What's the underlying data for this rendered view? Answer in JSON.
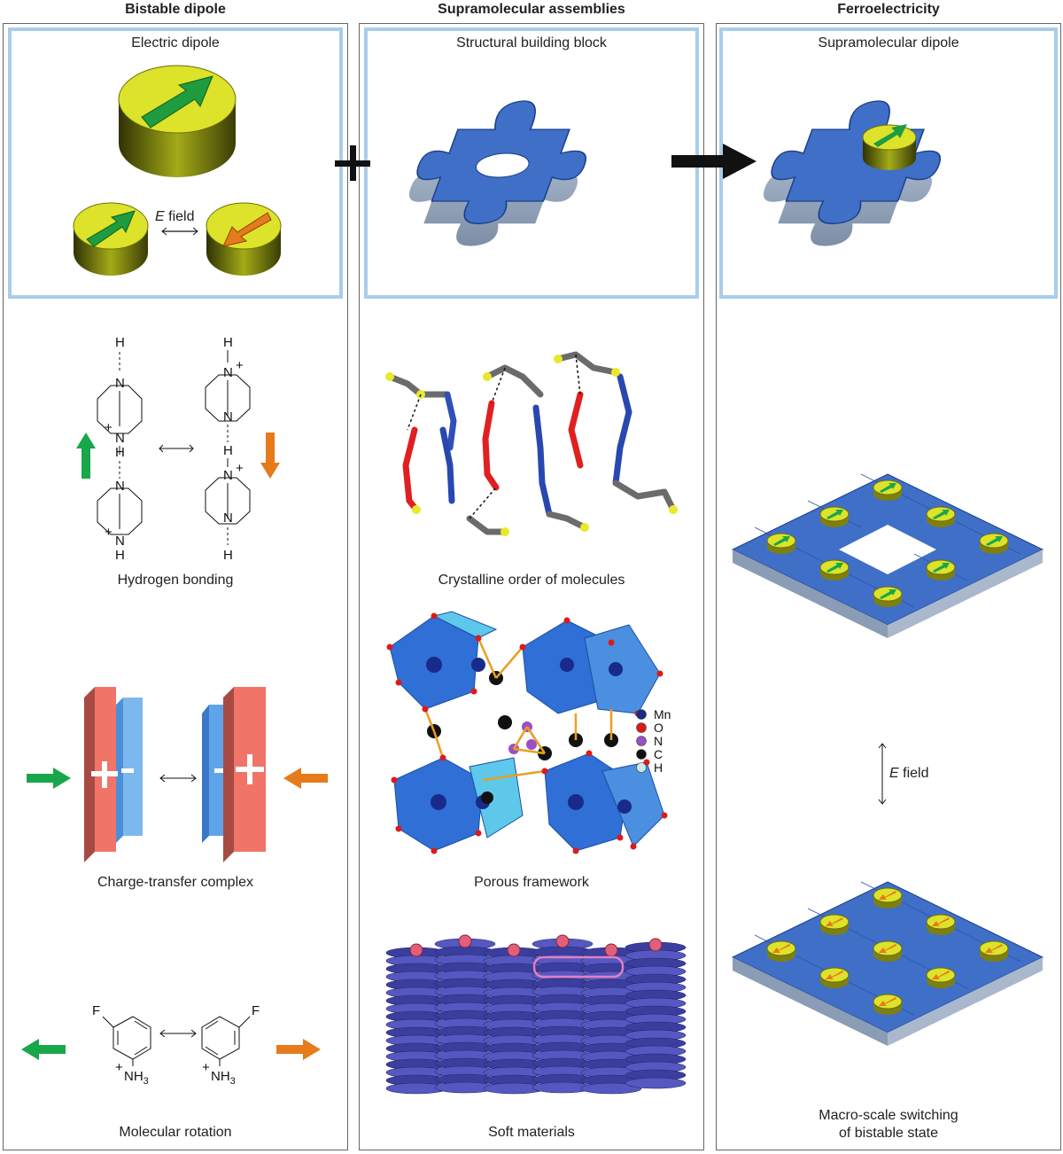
{
  "columns": {
    "left": {
      "title": "Bistable dipole"
    },
    "middle": {
      "title": "Supramolecular assemblies"
    },
    "right": {
      "title": "Ferroelectricity"
    }
  },
  "top_boxes": {
    "left": {
      "label": "Electric dipole",
      "field_italic": "E",
      "field_text": " field"
    },
    "middle": {
      "label": "Structural building block"
    },
    "right": {
      "label": "Supramolecular dipole"
    }
  },
  "left_sections": {
    "hydrogen": {
      "label": "Hydrogen bonding"
    },
    "charge": {
      "label": "Charge-transfer complex"
    },
    "rotation": {
      "label": "Molecular rotation"
    }
  },
  "middle_sections": {
    "crystal": {
      "label": "Crystalline order of molecules"
    },
    "porous": {
      "label": "Porous framework"
    },
    "soft": {
      "label": "Soft materials"
    }
  },
  "right_sections": {
    "field_italic": "E",
    "field_text": " field",
    "switch_line1": "Macro-scale switching",
    "switch_line2": "of bistable state"
  },
  "chem_labels": {
    "H": "H",
    "N": "N",
    "plus": "+",
    "F": "F",
    "NH3": "NH",
    "sub3": "3"
  },
  "legend": [
    {
      "symbol": "Mn",
      "color": "#1a2a8a"
    },
    {
      "symbol": "O",
      "color": "#dd1a1a"
    },
    {
      "symbol": "N",
      "color": "#9b4fc4"
    },
    {
      "symbol": "C",
      "color": "#111111"
    },
    {
      "symbol": "H",
      "color": "#cfe8e6"
    }
  ],
  "colors": {
    "accent_box": "#a9cdea",
    "green_arrow": "#18a74a",
    "orange_arrow": "#e77a1b",
    "puzzle_blue": "#3f6fc7",
    "dipole_yellow": "#d9e02a"
  }
}
